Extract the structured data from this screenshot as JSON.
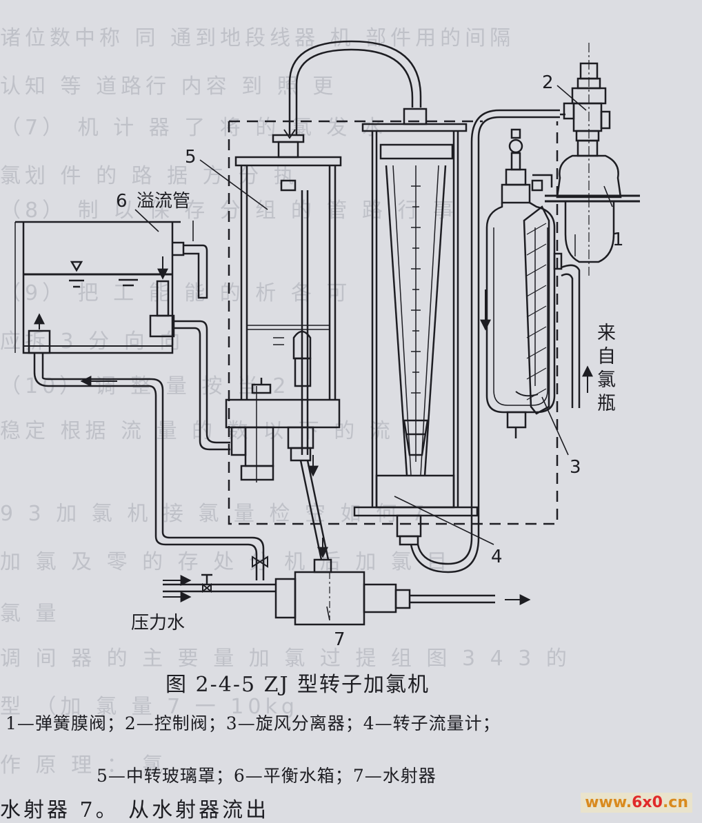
{
  "figure": {
    "caption": "图 2-4-5   ZJ 型转子加氯机",
    "legend_line_1": "1—弹簧膜阀；2—控制阀；3—旋风分离器；4—转子流量计；",
    "legend_line_2": "5—中转玻璃罩；6—平衡水箱；7—水射器"
  },
  "callouts": {
    "n1": "1",
    "n2": "2",
    "n3": "3",
    "n4": "4",
    "n5": "5",
    "n6": "6",
    "n7": "7",
    "overflow_pipe": "溢流管",
    "pressure_water": "压力水",
    "from_chlorine_bottle": [
      "来",
      "自",
      "氯",
      "瓶"
    ]
  },
  "bottom_text": "水射器 7。  从水射器流出",
  "watermark": {
    "part1": "www.",
    "part2": "6x0",
    "part3": ".cn"
  }
}
